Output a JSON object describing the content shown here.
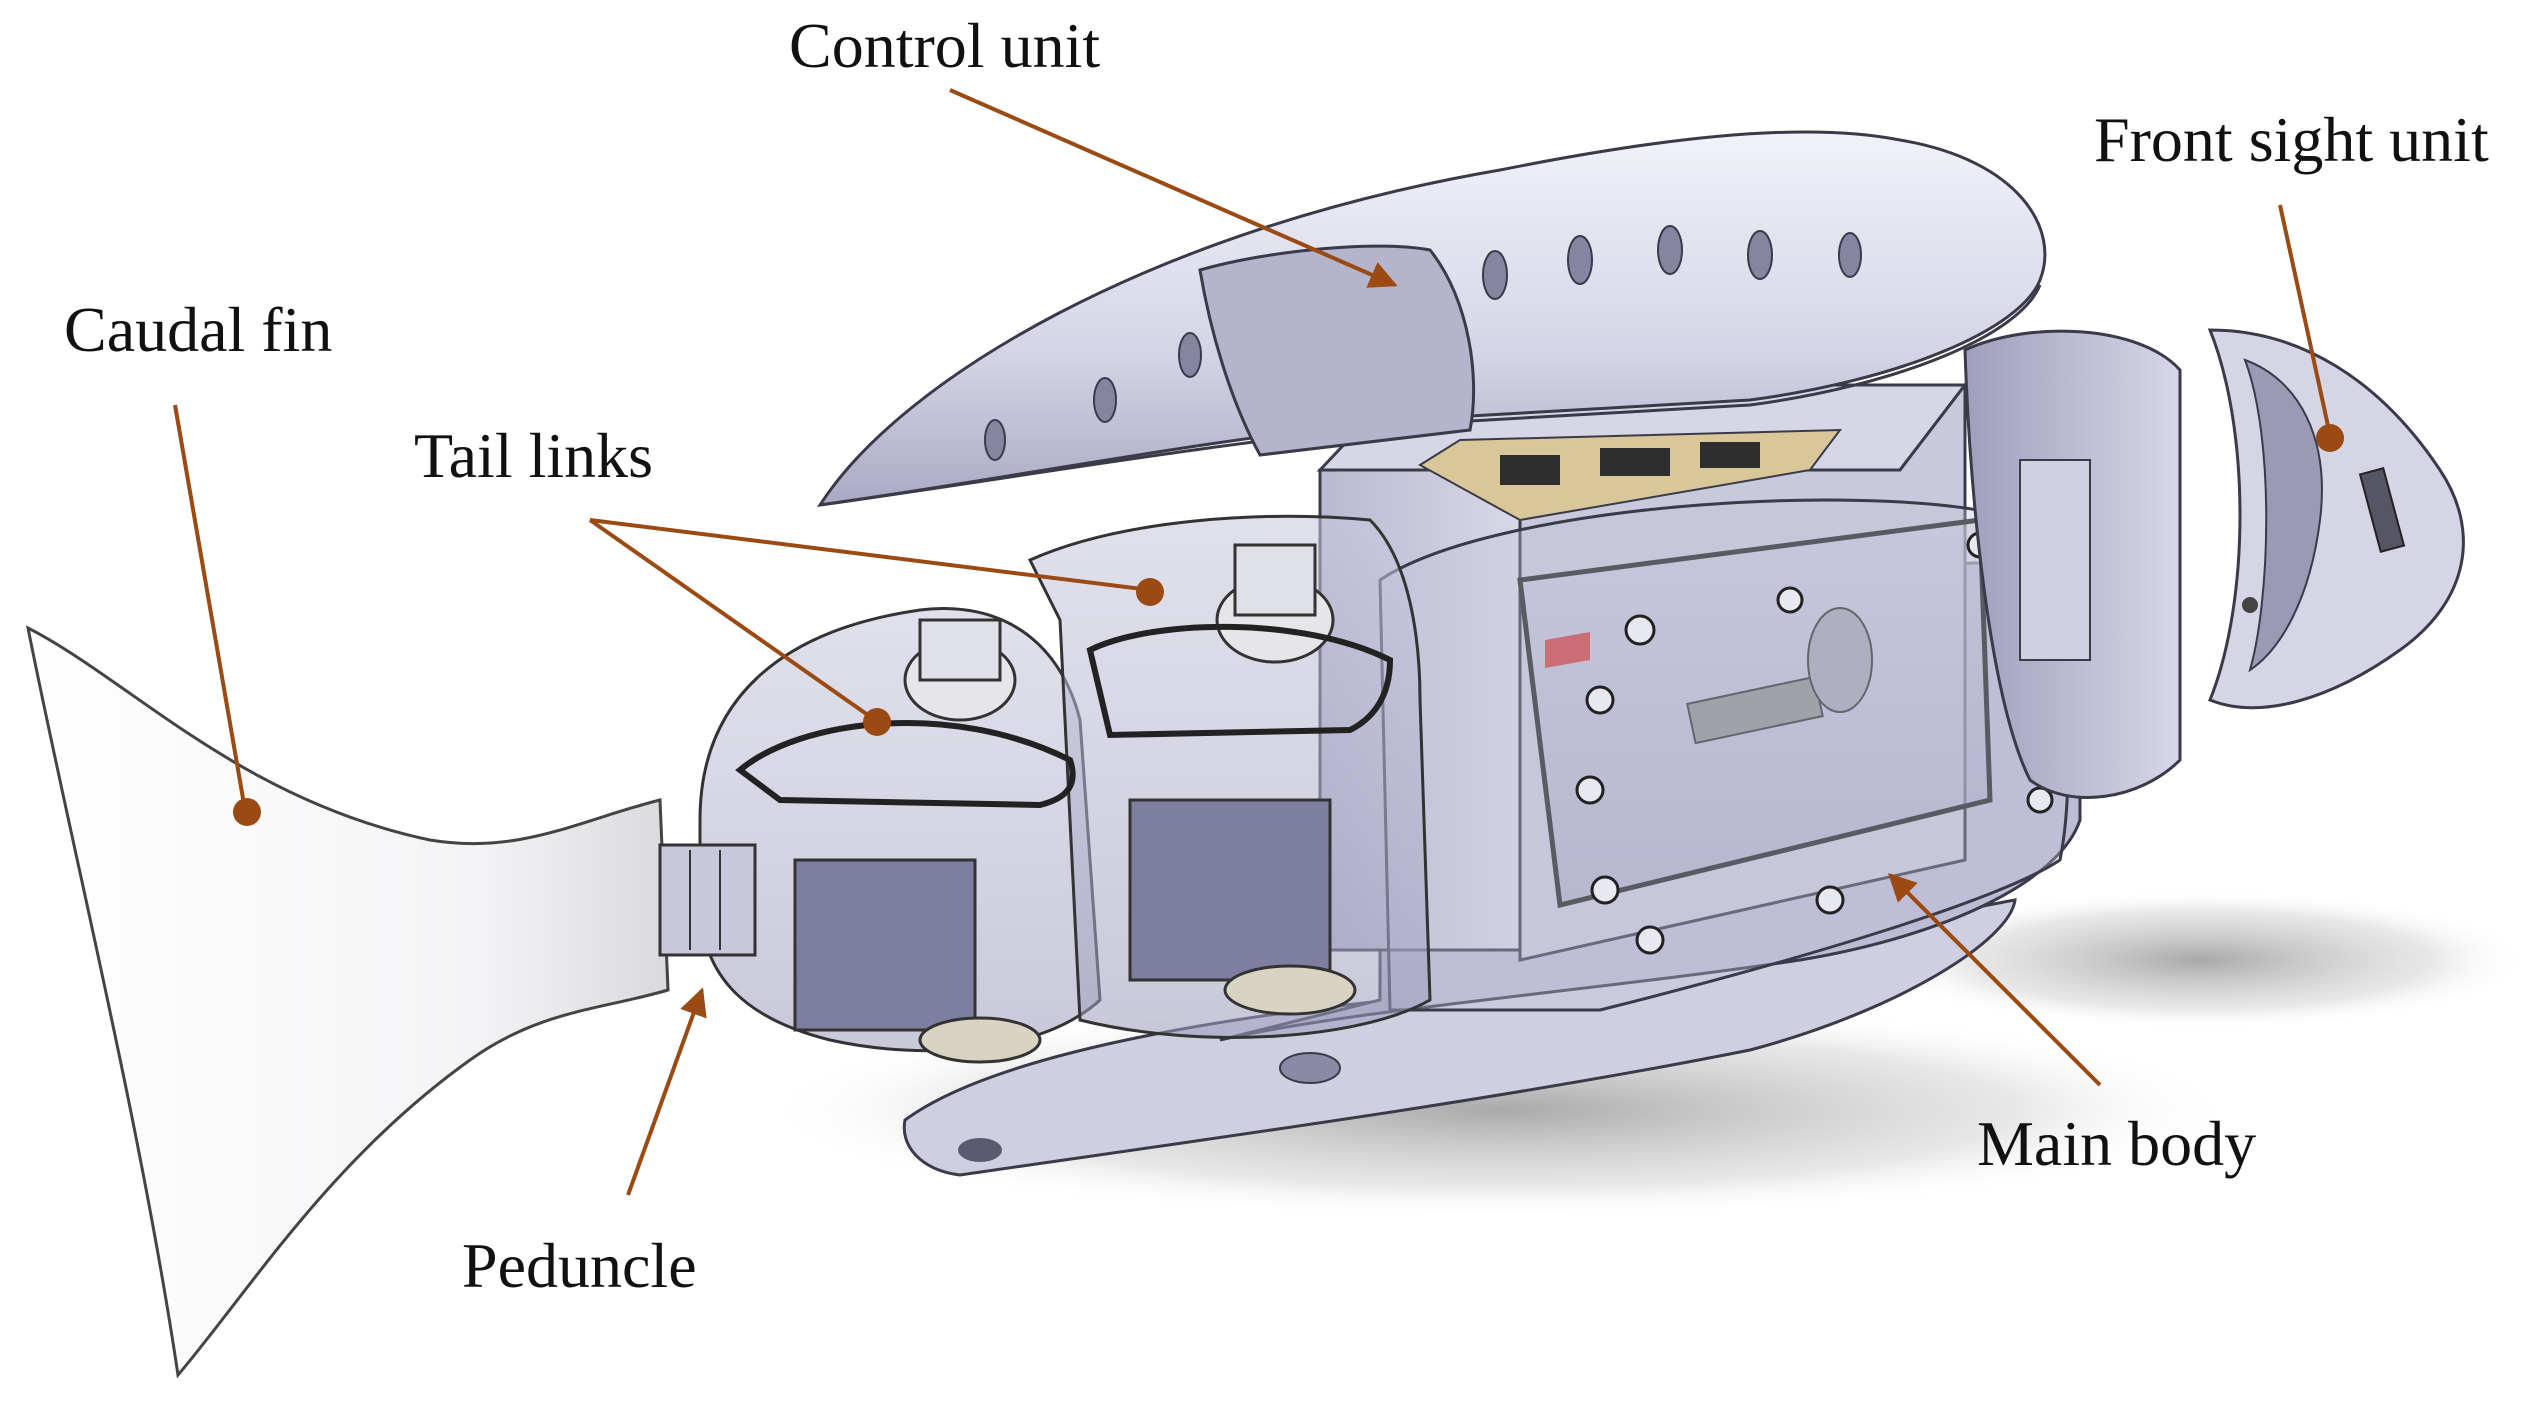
{
  "labels": {
    "control_unit": "Control unit",
    "front_sight_unit": "Front sight unit",
    "caudal_fin": "Caudal fin",
    "tail_links": "Tail links",
    "peduncle": "Peduncle",
    "main_body": "Main body"
  },
  "colors": {
    "annotation": "#9a4a12",
    "body_light": "#e6e6f2",
    "body_mid": "#c3c3d9",
    "body_dark": "#8f8fab",
    "outline": "#3a3a48",
    "fin": "#f7f7f9",
    "shadow": "#b4b4b4",
    "pcb": "#d9c79a"
  }
}
